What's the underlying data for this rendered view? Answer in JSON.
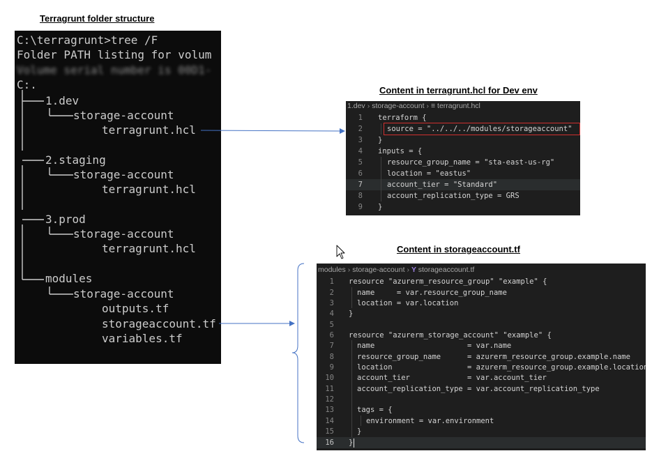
{
  "headings": {
    "folder": "Terragrunt folder structure",
    "dev_hcl": "Content in terragrunt.hcl for Dev env",
    "storage_tf": "Content in storageaccount.tf"
  },
  "terminal": {
    "lines": [
      "C:\\terragrunt>tree /F",
      "Folder PATH listing for volum",
      "Volume serial number is 00D1-",
      "C:.",
      "1.dev",
      "storage-account",
      "terragrunt.hcl",
      "2.staging",
      "storage-account",
      "terragrunt.hcl",
      "3.prod",
      "storage-account",
      "terragrunt.hcl",
      "modules",
      "storage-account",
      "outputs.tf",
      "storageaccount.tf",
      "variables.tf"
    ]
  },
  "hcl_editor": {
    "breadcrumb": [
      "1.dev",
      "storage-account",
      "terragrunt.hcl"
    ],
    "file_icon": "lines-file-icon",
    "lines": [
      "terraform {",
      "source = \"../../../modules/storageaccount\"",
      "}",
      "inputs = {",
      "resource_group_name = \"sta-east-us-rg\"",
      "location = \"eastus\"",
      "account_tier = \"Standard\"",
      "account_replication_type = GRS",
      "}"
    ],
    "line_numbers": [
      "1",
      "2",
      "3",
      "4",
      "5",
      "6",
      "7",
      "8",
      "9"
    ],
    "highlight_color": "#d0302f"
  },
  "tf_editor": {
    "breadcrumb": [
      "modules",
      "storage-account",
      "storageaccount.tf"
    ],
    "file_icon": "terraform-file-icon",
    "lines": [
      "resource \"azurerm_resource_group\" \"example\" {",
      "name     = var.resource_group_name",
      "location = var.location",
      "}",
      "",
      "resource \"azurerm_storage_account\" \"example\" {",
      "name                     = var.name",
      "resource_group_name      = azurerm_resource_group.example.name",
      "location                 = azurerm_resource_group.example.location",
      "account_tier             = var.account_tier",
      "account_replication_type = var.account_replication_type",
      "",
      "tags = {",
      "environment = var.environment",
      "}",
      "}"
    ],
    "line_numbers": [
      "1",
      "2",
      "3",
      "4",
      "5",
      "6",
      "7",
      "8",
      "9",
      "10",
      "11",
      "12",
      "13",
      "14",
      "15",
      "16"
    ]
  },
  "colors": {
    "arrow": "#4472c4",
    "terminal_bg": "#0c0c0c",
    "editor_bg": "#1e1e1e"
  }
}
